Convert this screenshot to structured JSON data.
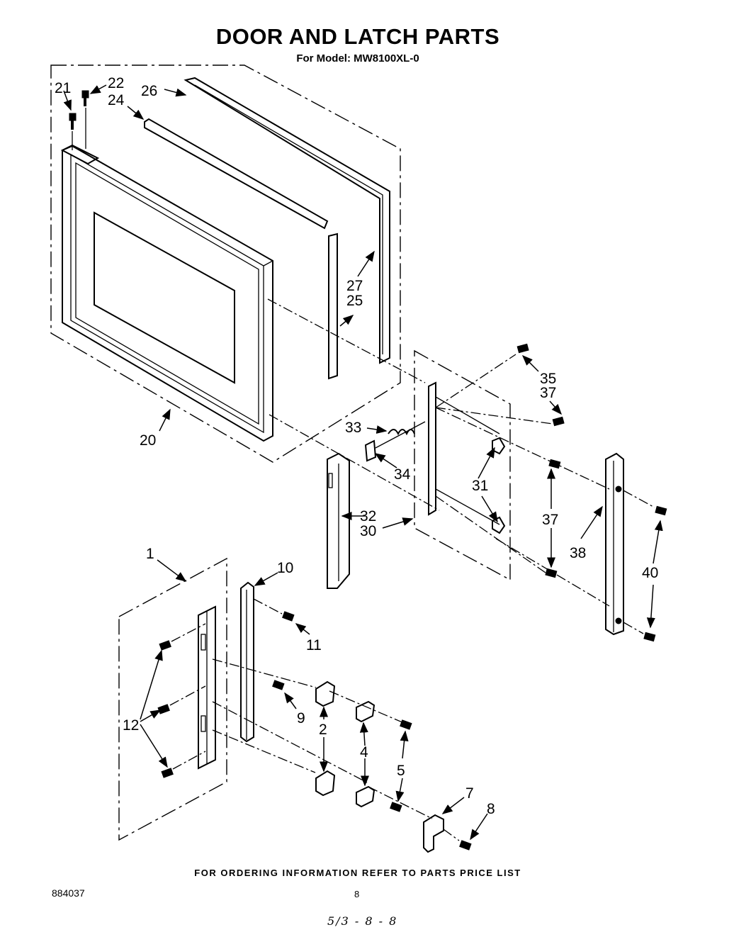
{
  "header": {
    "title": "DOOR AND LATCH PARTS",
    "subtitle": "For Model: MW8100XL-0"
  },
  "footer": {
    "note": "FOR ORDERING INFORMATION REFER TO PARTS PRICE LIST",
    "doc_number": "884037",
    "page_number": "8",
    "handwritten": "5/3 - 8 - 8"
  },
  "callouts": [
    "21",
    "22",
    "24",
    "26",
    "27",
    "25",
    "20",
    "35",
    "37",
    "33",
    "34",
    "31",
    "32",
    "30",
    "37",
    "38",
    "40",
    "1",
    "10",
    "11",
    "12",
    "9",
    "2",
    "4",
    "5",
    "7",
    "8"
  ]
}
